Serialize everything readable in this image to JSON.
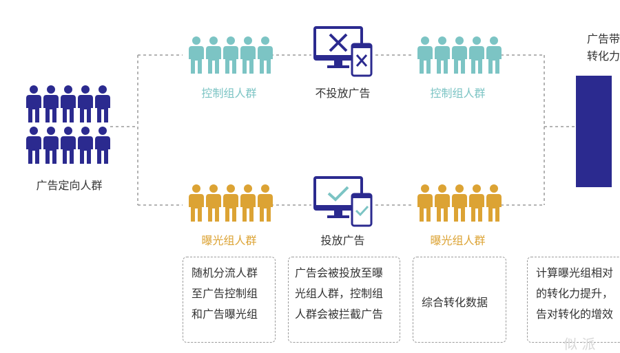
{
  "colors": {
    "navy": "#2b2a8f",
    "teal": "#7cc4c4",
    "gold": "#dca334",
    "text": "#333333",
    "dash": "#9a9a9a"
  },
  "source": {
    "label": "广告定向人群",
    "icon": "people-group-icon"
  },
  "control": {
    "group_label": "控制组人群",
    "action_label": "不投放广告",
    "action_icon": "monitor-phone-blocked-icon",
    "result_label": "控制组人群"
  },
  "exposed": {
    "group_label": "曝光组人群",
    "action_label": "投放广告",
    "action_icon": "monitor-phone-approved-icon",
    "result_label": "曝光组人群"
  },
  "result": {
    "title_line1": "广告带",
    "title_line2": "转化力"
  },
  "steps": [
    {
      "lines": [
        "随机分流人群",
        "至广告控制组",
        "和广告曝光组"
      ]
    },
    {
      "lines": [
        "广告会被投放至曝",
        "光组人群，控制组",
        "人群会被拦截广告"
      ]
    },
    {
      "lines": [
        "综合转化数据"
      ]
    },
    {
      "lines": [
        "计算曝光组相对",
        "的转化力提升，",
        "告对转化的增效"
      ]
    }
  ],
  "watermark": "似 派"
}
